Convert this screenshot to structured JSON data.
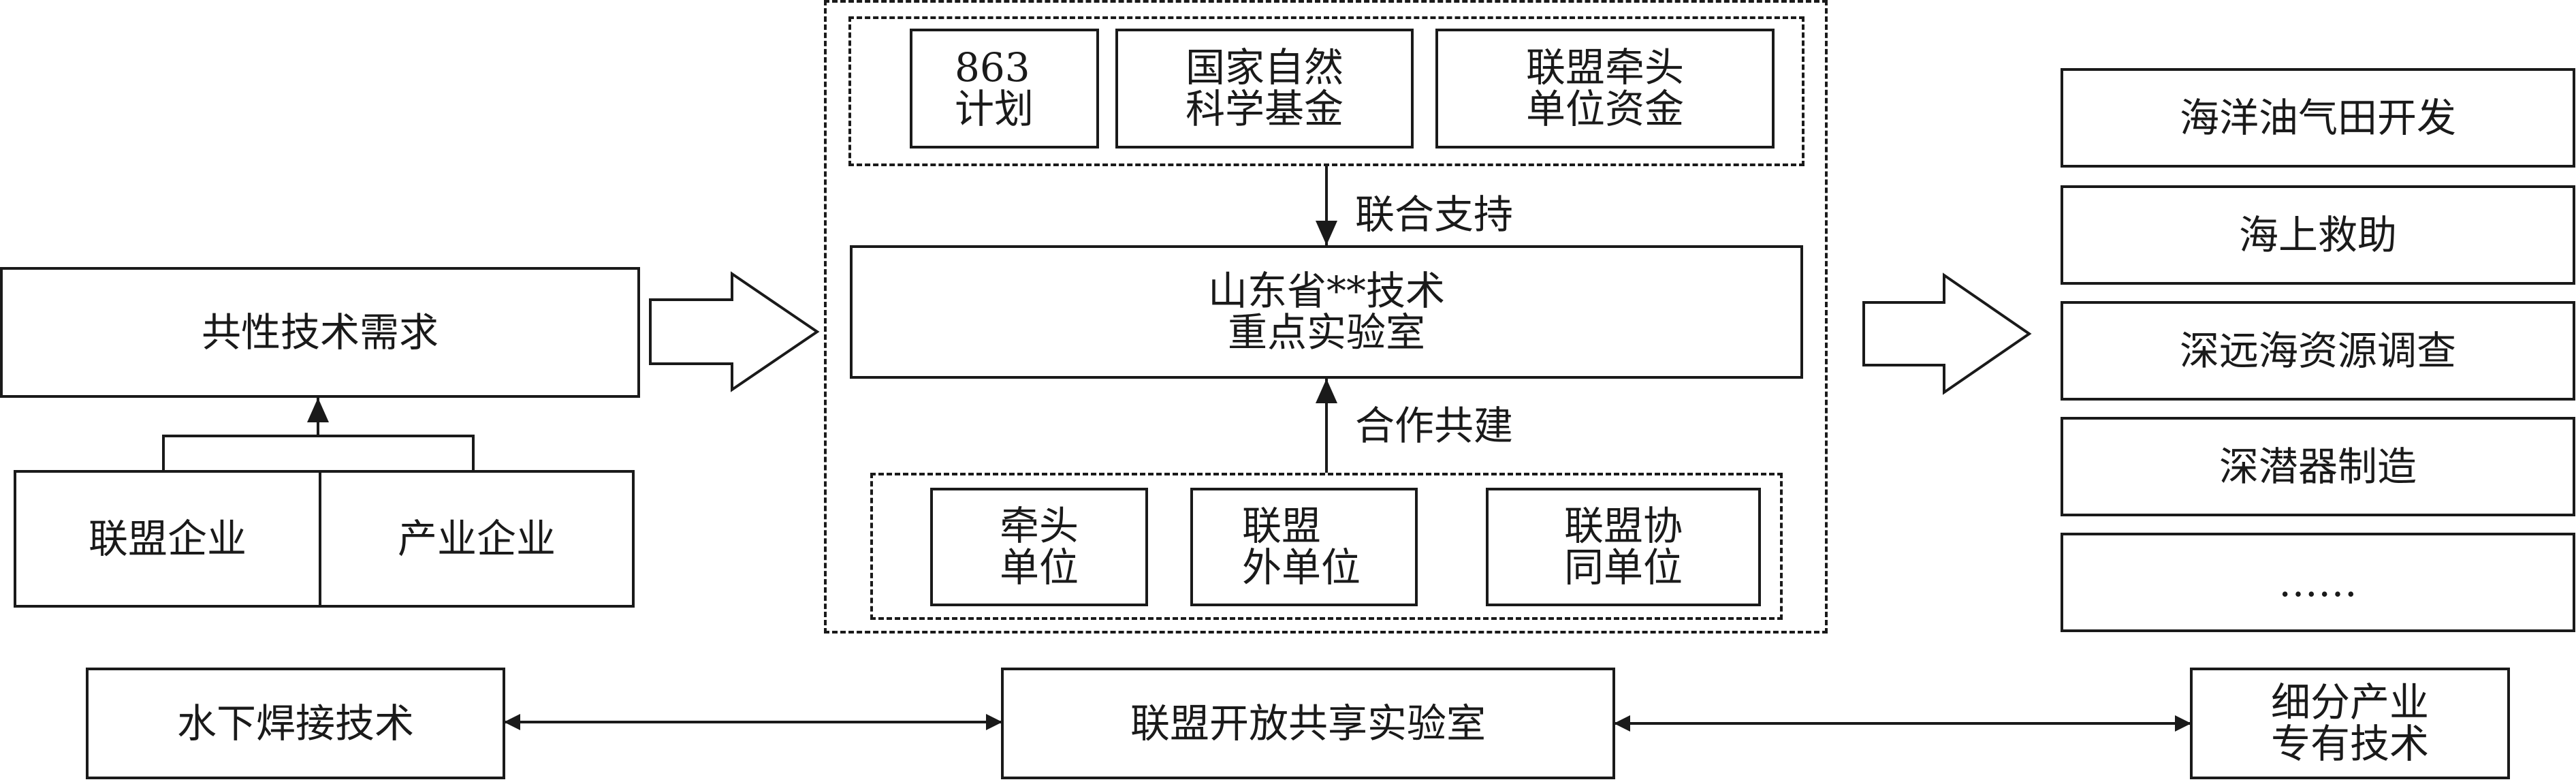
{
  "left": {
    "demand": "共性技术需求",
    "alliance_enterprise": "联盟企业",
    "industry_enterprise": "产业企业"
  },
  "center": {
    "funding": [
      "863\n计划",
      "国家自然\n科学基金",
      "联盟牵头\n单位资金"
    ],
    "joint_support": "联合支持",
    "lab": "山东省**技术\n重点实验室",
    "co_build": "合作共建",
    "partners": [
      "牵头\n单位",
      "联盟\n外单位",
      "联盟协\n同单位"
    ]
  },
  "right": {
    "applications": [
      "海洋油气田开发",
      "海上救助",
      "深远海资源调查",
      "深潜器制造",
      "……"
    ]
  },
  "bottom": {
    "underwater_welding": "水下焊接技术",
    "open_lab": "联盟开放共享实验室",
    "niche_tech": "细分产业\n专有技术"
  }
}
